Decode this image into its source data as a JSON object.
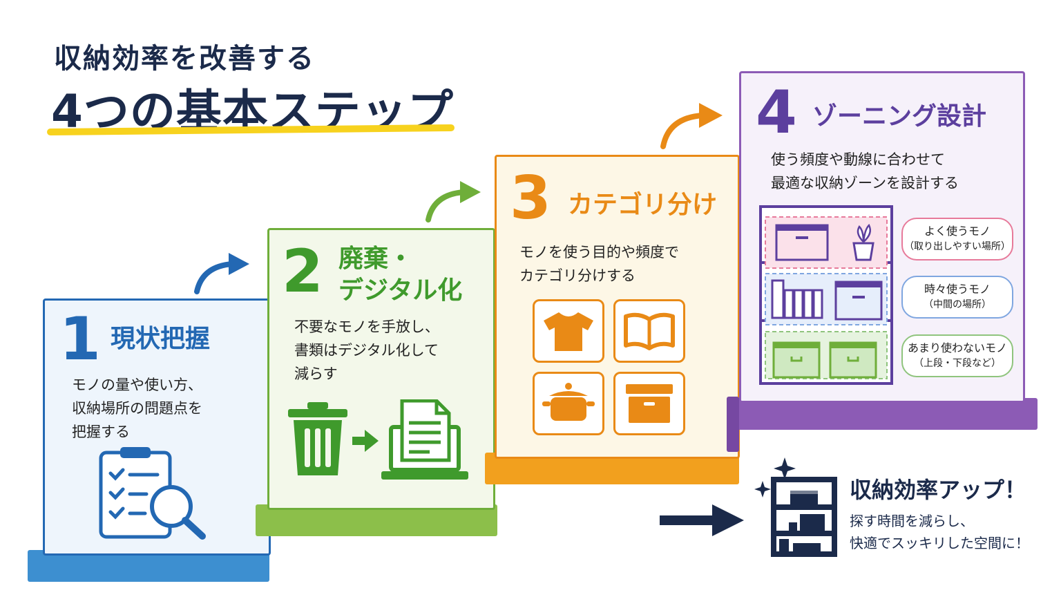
{
  "header": {
    "line1": "収納効率を改善する",
    "line2": "4つの基本ステップ"
  },
  "steps": [
    {
      "number": "1",
      "title": "現状把握",
      "desc": "モノの量や使い方、\n収納場所の問題点を\n把握する",
      "color": "#2368b3",
      "bg": "#eef5fc",
      "base": "#3d8fd0"
    },
    {
      "number": "2",
      "title": "廃棄・\nデジタル化",
      "desc": "不要なモノを手放し、\n書類はデジタル化して\n減らす",
      "color": "#3f9a2c",
      "bg": "#f3f8ea",
      "base": "#8cbf4a"
    },
    {
      "number": "3",
      "title": "カテゴリ分け",
      "desc": "モノを使う目的や頻度で\nカテゴリ分けする",
      "color": "#e98a16",
      "bg": "#fdf7e6",
      "base": "#f2a01e"
    },
    {
      "number": "4",
      "title": "ゾーニング設計",
      "desc": "使う頻度や動線に合わせて\n最適な収納ゾーンを設計する",
      "color": "#5c3f9e",
      "bg": "#f6f1fa",
      "base": "#8c5bb5"
    }
  ],
  "zones": [
    {
      "label": "よく使うモノ",
      "sub": "（取り出しやすい場所）",
      "color": "#e77a9a",
      "fill": "#fbe1ea"
    },
    {
      "label": "時々使うモノ",
      "sub": "（中間の場所）",
      "color": "#7fa6e0",
      "fill": "#e6eefb"
    },
    {
      "label": "あまり使わないモノ",
      "sub": "（上段・下段など）",
      "color": "#8fc47d",
      "fill": "#e6f3df"
    }
  ],
  "result": {
    "title": "収納効率アップ！",
    "desc": "探す時間を減らし、\n快適でスッキリした空間に！",
    "color": "#1b2a4a"
  },
  "icons": {
    "step1": "clipboard-search-icon",
    "step2_a": "trash-can-icon",
    "step2_b": "laptop-document-icon",
    "step3": [
      "t-shirt-icon",
      "book-icon",
      "pot-icon",
      "storage-box-icon"
    ],
    "step4": "shelf-zones-icon",
    "result": "organized-shelf-icon"
  }
}
